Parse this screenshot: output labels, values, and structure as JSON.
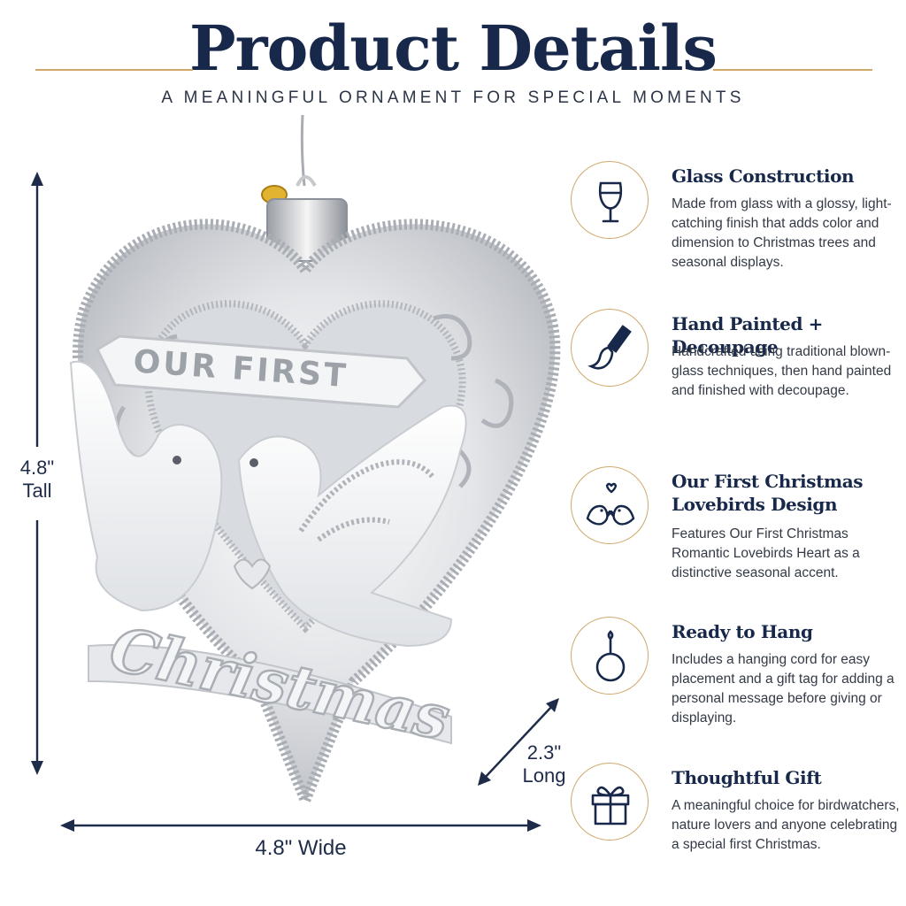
{
  "header": {
    "title": "Product Details",
    "subtitle": "A MEANINGFUL ORNAMENT FOR SPECIAL MOMENTS"
  },
  "dimensions": {
    "height": "4.8\" Tall",
    "width": "4.8\" Wide",
    "length": "2.3\" Long"
  },
  "ornament": {
    "banner_text": "OUR FIRST",
    "script_text": "Christmas"
  },
  "features": [
    {
      "icon": "wine-glass-icon",
      "title": "Glass Construction",
      "body": "Made from glass with a glossy, light-catching finish that adds color and dimension to Christmas trees and seasonal displays."
    },
    {
      "icon": "paintbrush-icon",
      "title": "Hand Painted + Decoupage",
      "body": "Handcrafted using traditional blown-glass techniques, then hand painted and finished with decoupage."
    },
    {
      "icon": "lovebirds-icon",
      "title": "Our First Christmas Lovebirds Design",
      "body": "Features Our First Christmas Romantic Lovebirds Heart as a distinctive seasonal accent."
    },
    {
      "icon": "ornament-icon",
      "title": "Ready to Hang",
      "body": "Includes a hanging cord for easy placement and a gift tag for adding a personal message before giving or displaying."
    },
    {
      "icon": "gift-icon",
      "title": "Thoughtful Gift",
      "body": "A meaningful choice for birdwatchers, nature lovers and anyone celebrating a special first Christmas."
    }
  ],
  "colors": {
    "navy": "#17284a",
    "gold": "#cfa86a",
    "silver": "#b9bcc2"
  }
}
